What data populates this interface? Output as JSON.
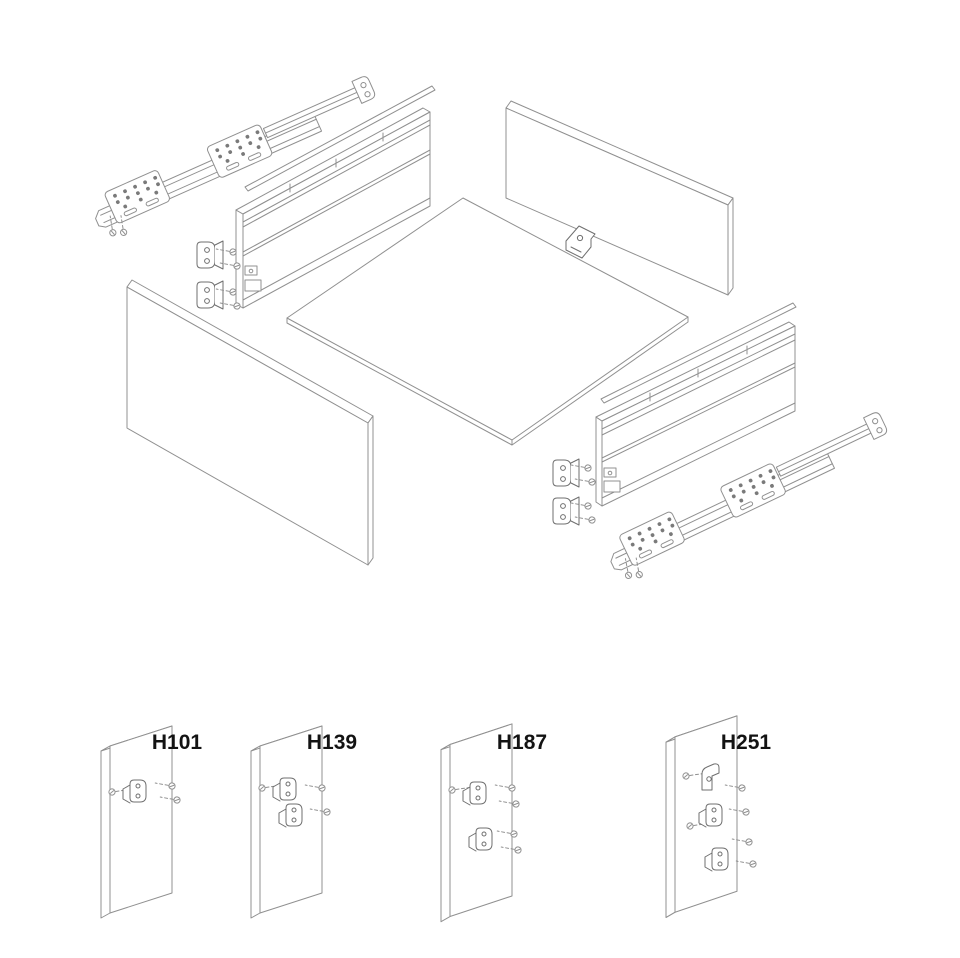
{
  "figure": {
    "variants": [
      {
        "label": "H101"
      },
      {
        "label": "H139"
      },
      {
        "label": "H187"
      },
      {
        "label": "H251"
      }
    ],
    "colors": {
      "background": "#ffffff",
      "line": "#909090",
      "line_dark": "#6f6f6f",
      "label_text": "#131313"
    }
  }
}
